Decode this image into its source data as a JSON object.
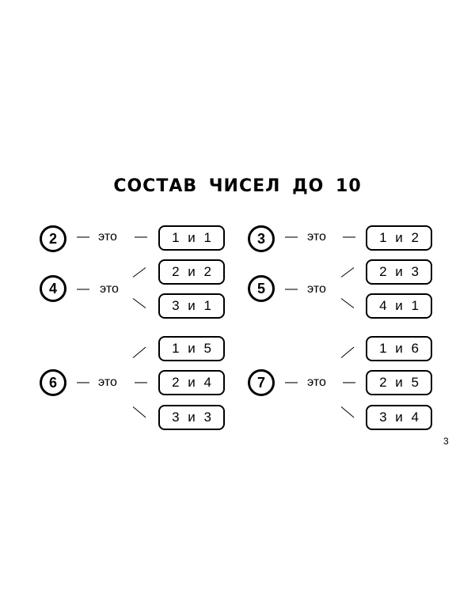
{
  "title": "СОСТАВ ЧИСЕЛ ДО 10",
  "dash": "—",
  "word": "это",
  "page_number": "3",
  "groups": [
    {
      "number": "2",
      "pairs": [
        "1 и 1"
      ]
    },
    {
      "number": "3",
      "pairs": [
        "1 и 2"
      ]
    },
    {
      "number": "4",
      "pairs": [
        "2 и 2",
        "3 и 1"
      ]
    },
    {
      "number": "5",
      "pairs": [
        "2 и 3",
        "4 и 1"
      ]
    },
    {
      "number": "6",
      "pairs": [
        "1 и 5",
        "2 и 4",
        "3 и 3"
      ]
    },
    {
      "number": "7",
      "pairs": [
        "1 и 6",
        "2 и 5",
        "3 и 4"
      ]
    }
  ]
}
